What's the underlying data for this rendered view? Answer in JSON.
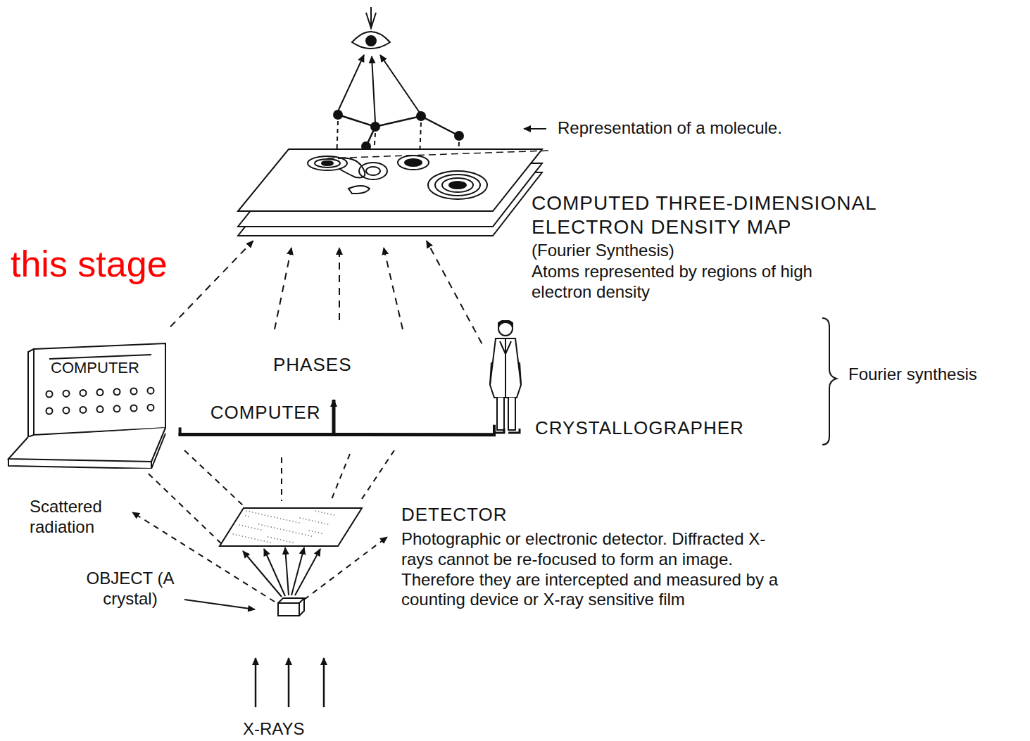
{
  "diagram": {
    "nodes": [
      {
        "text": [
          "COMPUTED THREE-DIMENSIONAL ELECTRON DENSITY MAP",
          "(Fourier Synthesis)",
          "Atoms represented by regions of high electron density"
        ]
      },
      {
        "text": [
          "COMPUTER"
        ]
      },
      {
        "text": [
          "CRYSTALLOGRAPHER"
        ]
      },
      {
        "text": [
          "DETECTOR",
          "Photographic or electronic detector. Diffracted X-rays cannot be re-focused to form an image. Therefore they are intercepted and measured by a counting device or X-ray sensitive film"
        ]
      }
    ],
    "edges": [
      {
        "from": 1,
        "to": 0,
        "arrow": "to"
      },
      {
        "from": 2,
        "to": 0,
        "arrow": "to"
      },
      {
        "from": 1,
        "to": 2,
        "label": "COMPUTER",
        "arrow": "none"
      },
      {
        "from": 3,
        "to": 1,
        "arrow": "none"
      }
    ],
    "labels": [
      "Representation of a molecule.",
      "this stage",
      "PHASES",
      "Fourier synthesis",
      "Scattered radiation",
      "OBJECT (A crystal)",
      "X-RAYS"
    ]
  }
}
